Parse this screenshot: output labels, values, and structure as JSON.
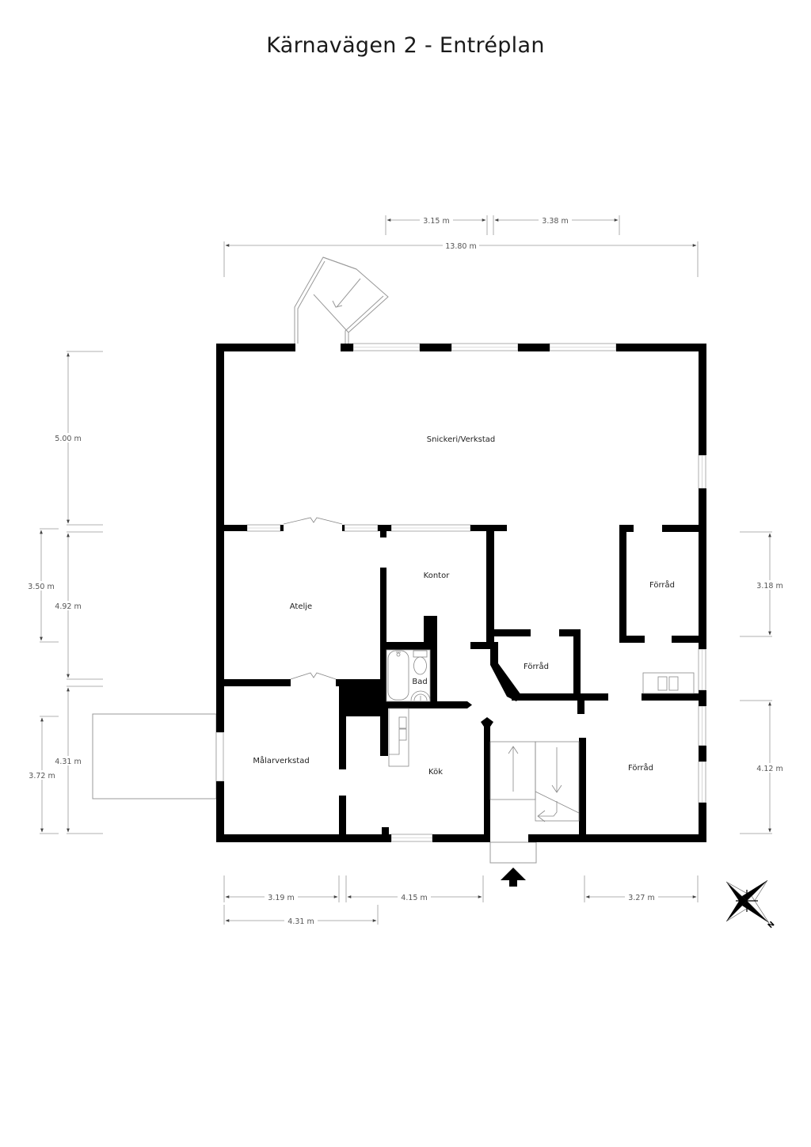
{
  "title": "Kärnavägen 2 - Entréplan",
  "colors": {
    "wall": "#000000",
    "dimension_line": "#888888",
    "fixture_line": "#999999",
    "text": "#222222",
    "background": "#ffffff"
  },
  "rooms": {
    "snickeri": "Snickeri/Verkstad",
    "atelje": "Atelje",
    "kontor": "Kontor",
    "bad": "Bad",
    "forrad_center": "Förråd",
    "forrad_right_upper": "Förråd",
    "forrad_right_lower": "Förråd",
    "malarverkstad": "Målarverkstad",
    "kok": "Kök"
  },
  "dimensions": {
    "top": {
      "total_width": "13.80 m",
      "segment_a": "3.15 m",
      "segment_b": "3.38 m"
    },
    "left": {
      "snickeri_depth": "5.00 m",
      "atelje_inner": "3.50 m",
      "atelje_outer": "4.92 m",
      "malarverkstad_outer": "4.31 m",
      "malarverkstad_inner": "3.72 m"
    },
    "right": {
      "forrad_upper": "3.18 m",
      "forrad_lower": "4.12 m"
    },
    "bottom": {
      "malarverkstad_width": "3.19 m",
      "kok_width": "4.15 m",
      "forrad_width": "3.27 m",
      "malarverkstad_outer_width": "4.31 m"
    }
  },
  "icons": {
    "entrance": "entrance-arrow-icon",
    "compass": "compass-rose-icon",
    "compass_label": "N"
  }
}
